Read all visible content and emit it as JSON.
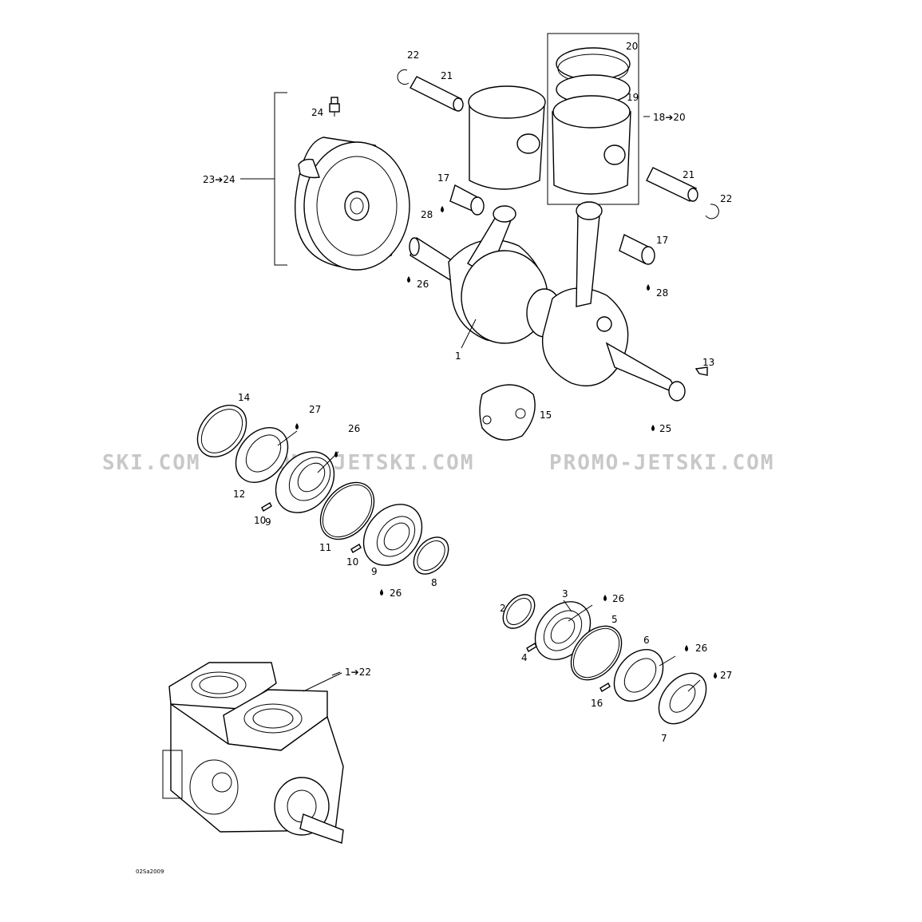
{
  "watermarks": [
    "SKI.COM",
    "PROMO-JETSKI.COM",
    "PROMO-JETSKI.COM"
  ],
  "drawing_code": "02Sa2009",
  "callouts": {
    "c1": "1",
    "c2": "2",
    "c3": "3",
    "c4": "4",
    "c5": "5",
    "c6": "6",
    "c7": "7",
    "c8": "8",
    "c9a": "9",
    "c9b": "9",
    "c10a": "10",
    "c10b": "10",
    "c11": "11",
    "c12": "12",
    "c13": "13",
    "c14": "14",
    "c15": "15",
    "c16": "16",
    "c17a": "17",
    "c17b": "17",
    "c18_20": "18➔20",
    "c19": "19",
    "c20": "20",
    "c21a": "21",
    "c21b": "21",
    "c22a": "22",
    "c22b": "22",
    "c23_24": "23➔24",
    "c24": "24",
    "c25": "25",
    "c26a": "26",
    "c26b": "26",
    "c26c": "26",
    "c26d": "26",
    "c26e": "26",
    "c27a": "27",
    "c27b": "27",
    "c28a": "28",
    "c28b": "28",
    "c1_22": "1➔22"
  }
}
